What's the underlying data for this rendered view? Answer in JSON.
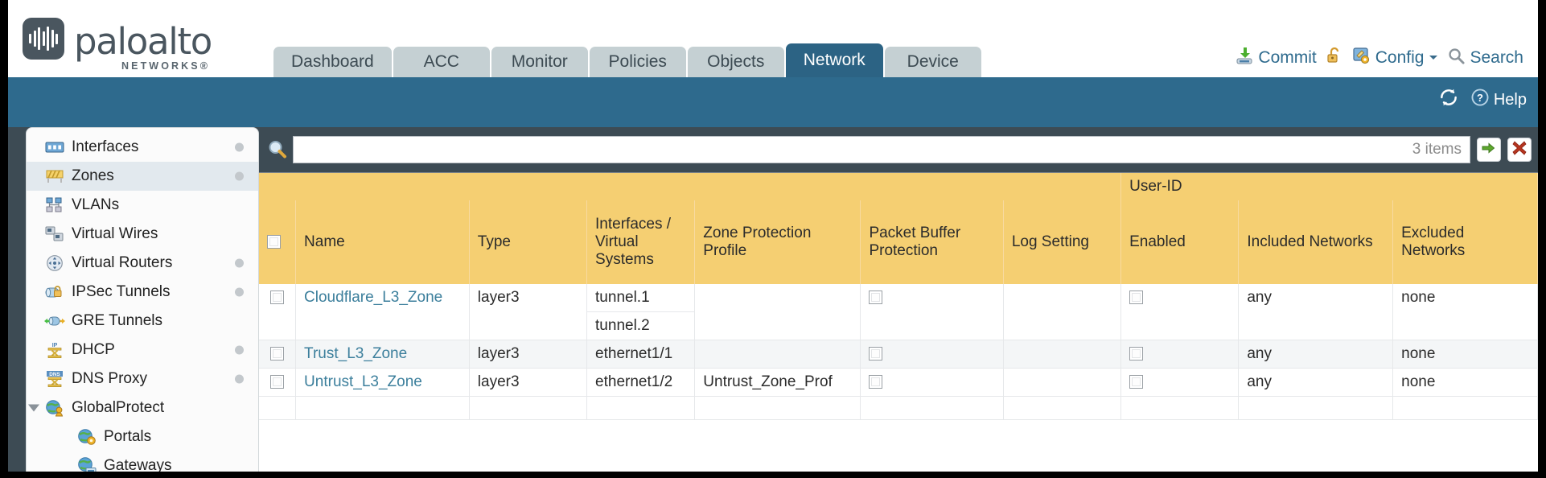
{
  "brand": {
    "name": "paloalto",
    "tagline": "NETWORKS",
    "registered": "®"
  },
  "nav": {
    "tabs": [
      {
        "label": "Dashboard",
        "active": false
      },
      {
        "label": "ACC",
        "active": false
      },
      {
        "label": "Monitor",
        "active": false
      },
      {
        "label": "Policies",
        "active": false
      },
      {
        "label": "Objects",
        "active": false
      },
      {
        "label": "Network",
        "active": true
      },
      {
        "label": "Device",
        "active": false
      }
    ]
  },
  "top_actions": {
    "commit": "Commit",
    "config": "Config",
    "search": "Search"
  },
  "bluebar": {
    "help": "Help"
  },
  "sidebar": {
    "items": [
      {
        "label": "Interfaces",
        "icon": "interfaces-icon",
        "selected": false,
        "dot": true,
        "indent": false,
        "caret": false
      },
      {
        "label": "Zones",
        "icon": "zones-icon",
        "selected": true,
        "dot": true,
        "indent": false,
        "caret": false
      },
      {
        "label": "VLANs",
        "icon": "vlans-icon",
        "selected": false,
        "dot": false,
        "indent": false,
        "caret": false
      },
      {
        "label": "Virtual Wires",
        "icon": "virtual-wires-icon",
        "selected": false,
        "dot": false,
        "indent": false,
        "caret": false
      },
      {
        "label": "Virtual Routers",
        "icon": "virtual-routers-icon",
        "selected": false,
        "dot": true,
        "indent": false,
        "caret": false
      },
      {
        "label": "IPSec Tunnels",
        "icon": "ipsec-tunnels-icon",
        "selected": false,
        "dot": true,
        "indent": false,
        "caret": false
      },
      {
        "label": "GRE Tunnels",
        "icon": "gre-tunnels-icon",
        "selected": false,
        "dot": false,
        "indent": false,
        "caret": false
      },
      {
        "label": "DHCP",
        "icon": "dhcp-icon",
        "selected": false,
        "dot": true,
        "indent": false,
        "caret": false
      },
      {
        "label": "DNS Proxy",
        "icon": "dns-proxy-icon",
        "selected": false,
        "dot": true,
        "indent": false,
        "caret": false
      },
      {
        "label": "GlobalProtect",
        "icon": "globalprotect-icon",
        "selected": false,
        "dot": false,
        "indent": false,
        "caret": true
      },
      {
        "label": "Portals",
        "icon": "portals-icon",
        "selected": false,
        "dot": false,
        "indent": true,
        "caret": false
      },
      {
        "label": "Gateways",
        "icon": "gateways-icon",
        "selected": false,
        "dot": false,
        "indent": true,
        "caret": false
      }
    ]
  },
  "search": {
    "value": "",
    "placeholder": "",
    "item_count": "3 items",
    "apply_icon": "green-arrow-icon",
    "clear_icon": "red-x-icon"
  },
  "table": {
    "group_header": "User-ID",
    "columns": [
      "Name",
      "Type",
      "Interfaces / Virtual Systems",
      "Zone Protection Profile",
      "Packet Buffer Protection",
      "Log Setting",
      "Enabled",
      "Included Networks",
      "Excluded Networks"
    ],
    "rows": [
      {
        "name": "Cloudflare_L3_Zone",
        "type": "layer3",
        "interfaces": [
          "tunnel.1",
          "tunnel.2"
        ],
        "zone_protection_profile": "",
        "packet_buffer_protection": false,
        "log_setting": "",
        "userid_enabled": false,
        "included_networks": "any",
        "excluded_networks": "none"
      },
      {
        "name": "Trust_L3_Zone",
        "type": "layer3",
        "interfaces": [
          "ethernet1/1"
        ],
        "zone_protection_profile": "",
        "packet_buffer_protection": false,
        "log_setting": "",
        "userid_enabled": false,
        "included_networks": "any",
        "excluded_networks": "none"
      },
      {
        "name": "Untrust_L3_Zone",
        "type": "layer3",
        "interfaces": [
          "ethernet1/2"
        ],
        "zone_protection_profile": "Untrust_Zone_Prof",
        "packet_buffer_protection": false,
        "log_setting": "",
        "userid_enabled": false,
        "included_networks": "any",
        "excluded_networks": "none"
      }
    ]
  },
  "colors": {
    "brand_blue": "#2e6a8d",
    "tab_inactive": "#c5d0d3",
    "tab_active": "#2c6384",
    "table_header": "#f5cf72",
    "table_group_band": "#dfae3b",
    "content_bg": "#3d4b54",
    "link": "#3c7f9c"
  }
}
